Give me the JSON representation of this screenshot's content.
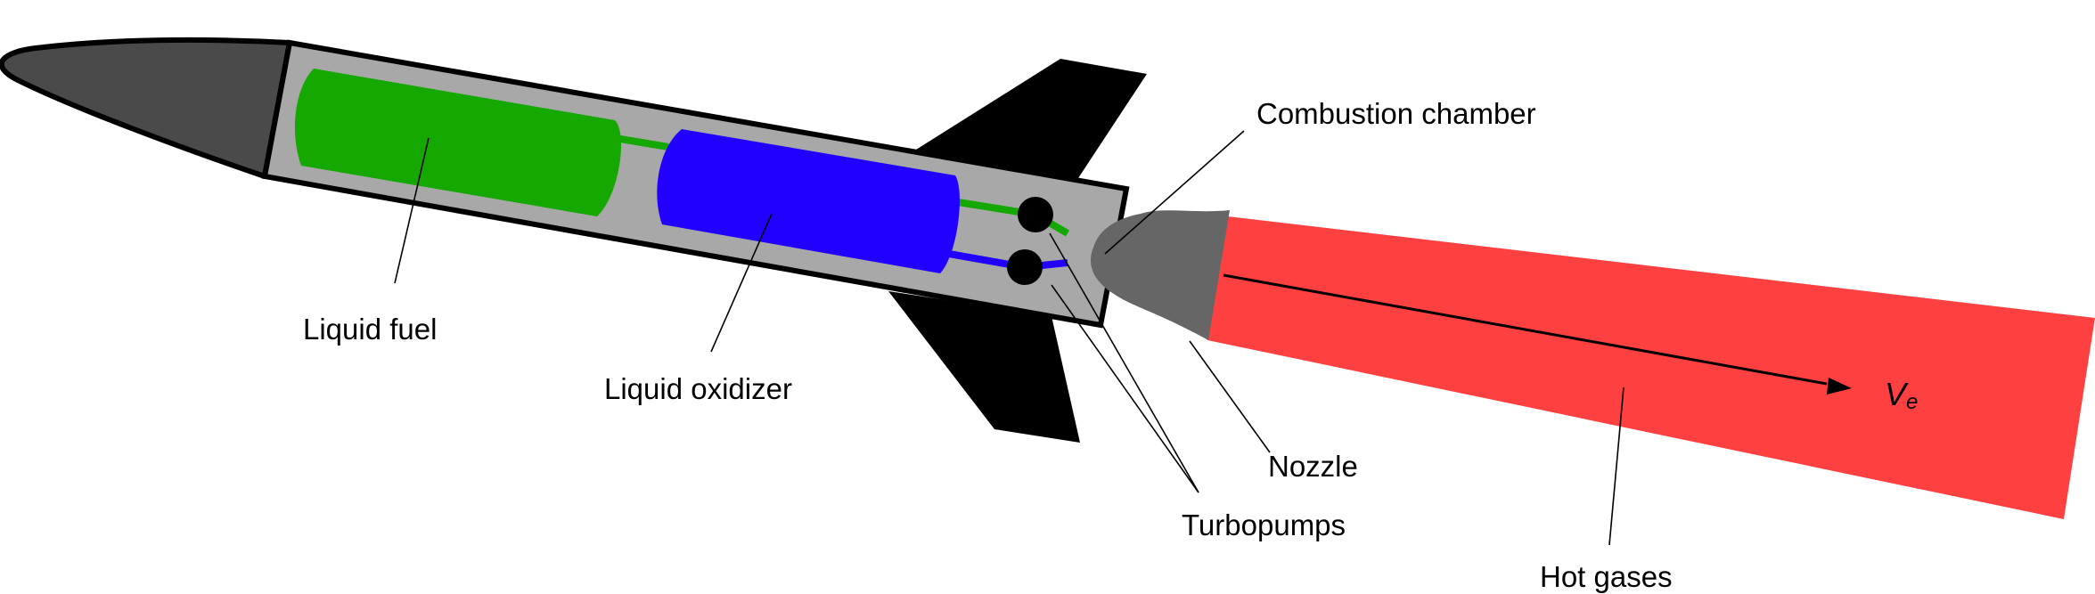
{
  "labels": {
    "combustion_chamber": "Combustion chamber",
    "liquid_fuel": "Liquid fuel",
    "liquid_oxidizer": "Liquid oxidizer",
    "nozzle": "Nozzle",
    "turbopumps": "Turbopumps",
    "hot_gases": "Hot gases",
    "velocity_symbol": "V",
    "velocity_subscript": "e"
  },
  "colors": {
    "nose_cone": "#4a4a4a",
    "body": "#a8a8a8",
    "fins": "#000000",
    "fuel": "#14a800",
    "oxidizer": "#2200ff",
    "chamber": "#666666",
    "exhaust": "#ff4040",
    "outline": "#000000"
  }
}
